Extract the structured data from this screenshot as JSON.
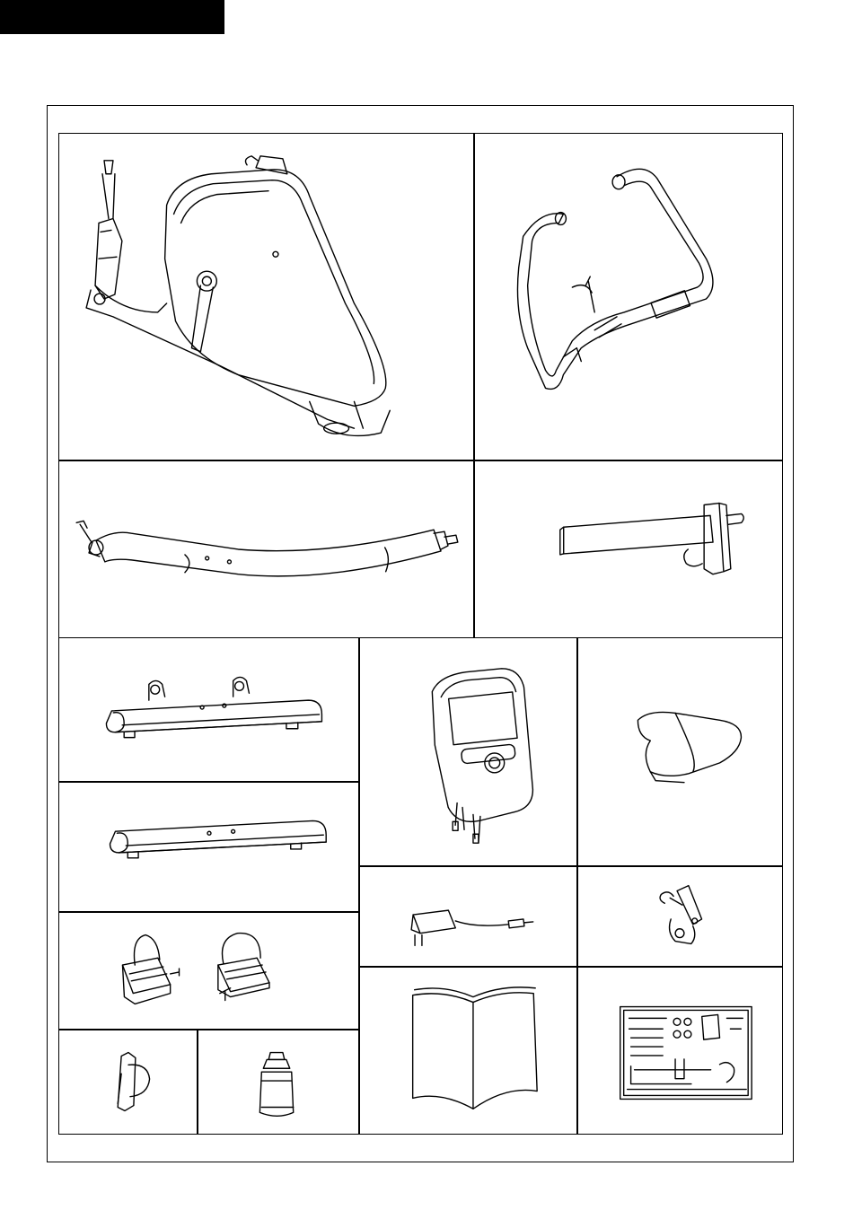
{
  "page": {
    "header_bar_color": "#000000",
    "line_color": "#000000"
  },
  "parts": [
    {
      "id": "main-frame",
      "icon": "main-frame-icon"
    },
    {
      "id": "handlebar",
      "icon": "handlebar-icon"
    },
    {
      "id": "seat-post",
      "icon": "seat-post-icon"
    },
    {
      "id": "seat-slider",
      "icon": "seat-slider-icon"
    },
    {
      "id": "front-stabilizer",
      "icon": "front-stabilizer-icon"
    },
    {
      "id": "console",
      "icon": "console-icon"
    },
    {
      "id": "seat",
      "icon": "seat-icon"
    },
    {
      "id": "rear-stabilizer",
      "icon": "rear-stabilizer-icon"
    },
    {
      "id": "power-adapter",
      "icon": "power-adapter-icon"
    },
    {
      "id": "seat-adjustment-knob",
      "icon": "adjustment-knob-icon"
    },
    {
      "id": "pedals",
      "icon": "pedals-icon"
    },
    {
      "id": "manual",
      "icon": "manual-icon"
    },
    {
      "id": "hardware-pack",
      "icon": "hardware-pack-icon"
    },
    {
      "id": "bottle-holder",
      "icon": "bottle-holder-icon"
    },
    {
      "id": "water-bottle",
      "icon": "water-bottle-icon"
    }
  ]
}
